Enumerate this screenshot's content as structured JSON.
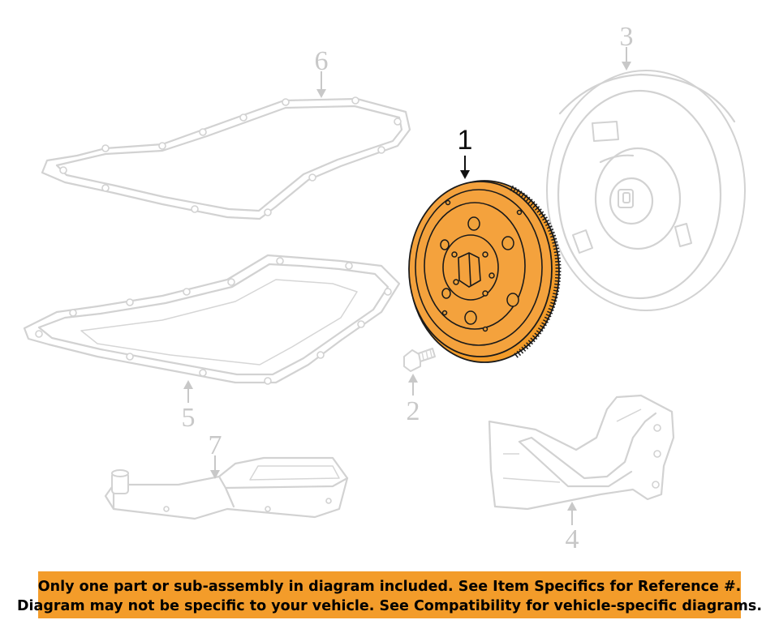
{
  "callouts": {
    "c1": "1",
    "c2": "2",
    "c3": "3",
    "c4": "4",
    "c5": "5",
    "c6": "6",
    "c7": "7"
  },
  "colors": {
    "highlight": "#f39c2a",
    "faint_lines": "#d2d2d2",
    "main_lines": "#1a1a1a"
  },
  "notice": {
    "line1": "Only one part or sub-assembly in diagram included. See Item Specifics for Reference #.",
    "line2": "Diagram may not be specific to your vehicle. See Compatibility for vehicle-specific diagrams."
  }
}
